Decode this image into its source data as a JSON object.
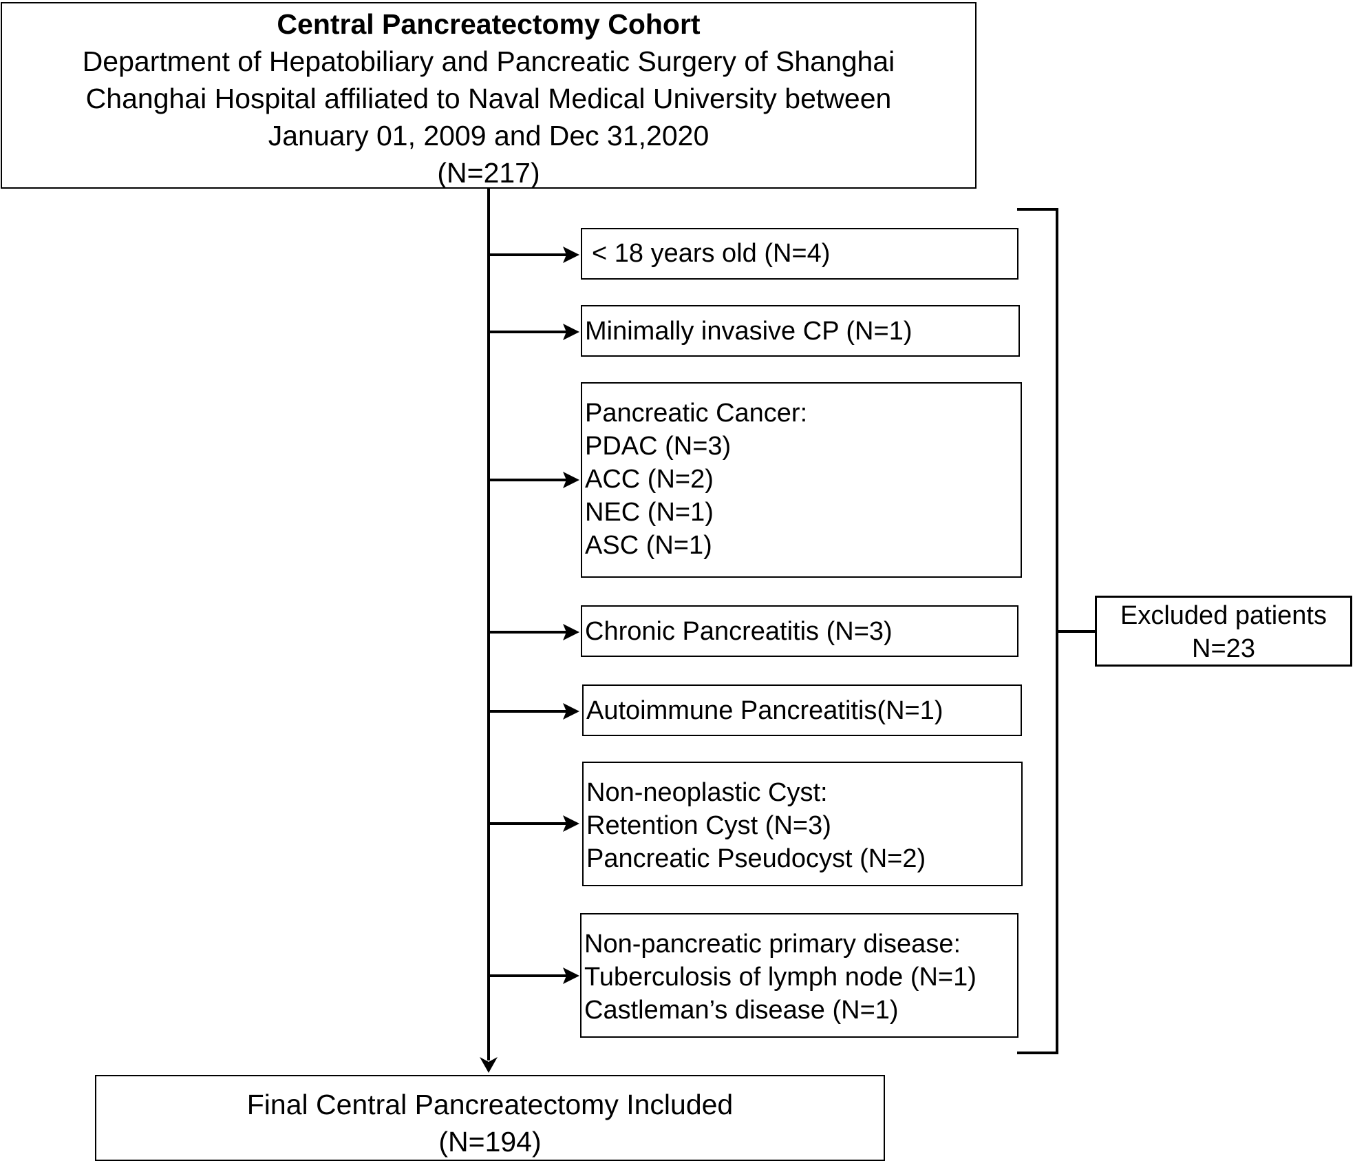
{
  "cohort": {
    "title": "Central Pancreatectomy Cohort",
    "lines": [
      "Department of Hepatobiliary and Pancreatic Surgery of Shanghai",
      "Changhai Hospital affiliated to Naval Medical University between",
      "January 01, 2009 and Dec 31,2020"
    ],
    "count": "(N=217)"
  },
  "exclusions": [
    {
      "lines": [
        "< 18 years old (N=4)"
      ]
    },
    {
      "lines": [
        "Minimally invasive CP (N=1)"
      ]
    },
    {
      "lines": [
        "Pancreatic Cancer:",
        "PDAC (N=3)",
        "ACC (N=2)",
        "NEC (N=1)",
        "ASC (N=1)"
      ]
    },
    {
      "lines": [
        "Chronic Pancreatitis (N=3)"
      ]
    },
    {
      "lines": [
        "Autoimmune Pancreatitis(N=1)"
      ]
    },
    {
      "lines": [
        "Non-neoplastic Cyst:",
        "Retention Cyst (N=3)",
        "Pancreatic Pseudocyst (N=2)"
      ]
    },
    {
      "lines": [
        "Non-pancreatic primary disease:",
        "Tuberculosis of lymph node (N=1)",
        "Castleman’s disease (N=1)"
      ]
    }
  ],
  "excluded_summary": {
    "label": "Excluded patients",
    "count": "N=23"
  },
  "final": {
    "label": "Final Central Pancreatectomy Included",
    "count": "(N=194)"
  }
}
